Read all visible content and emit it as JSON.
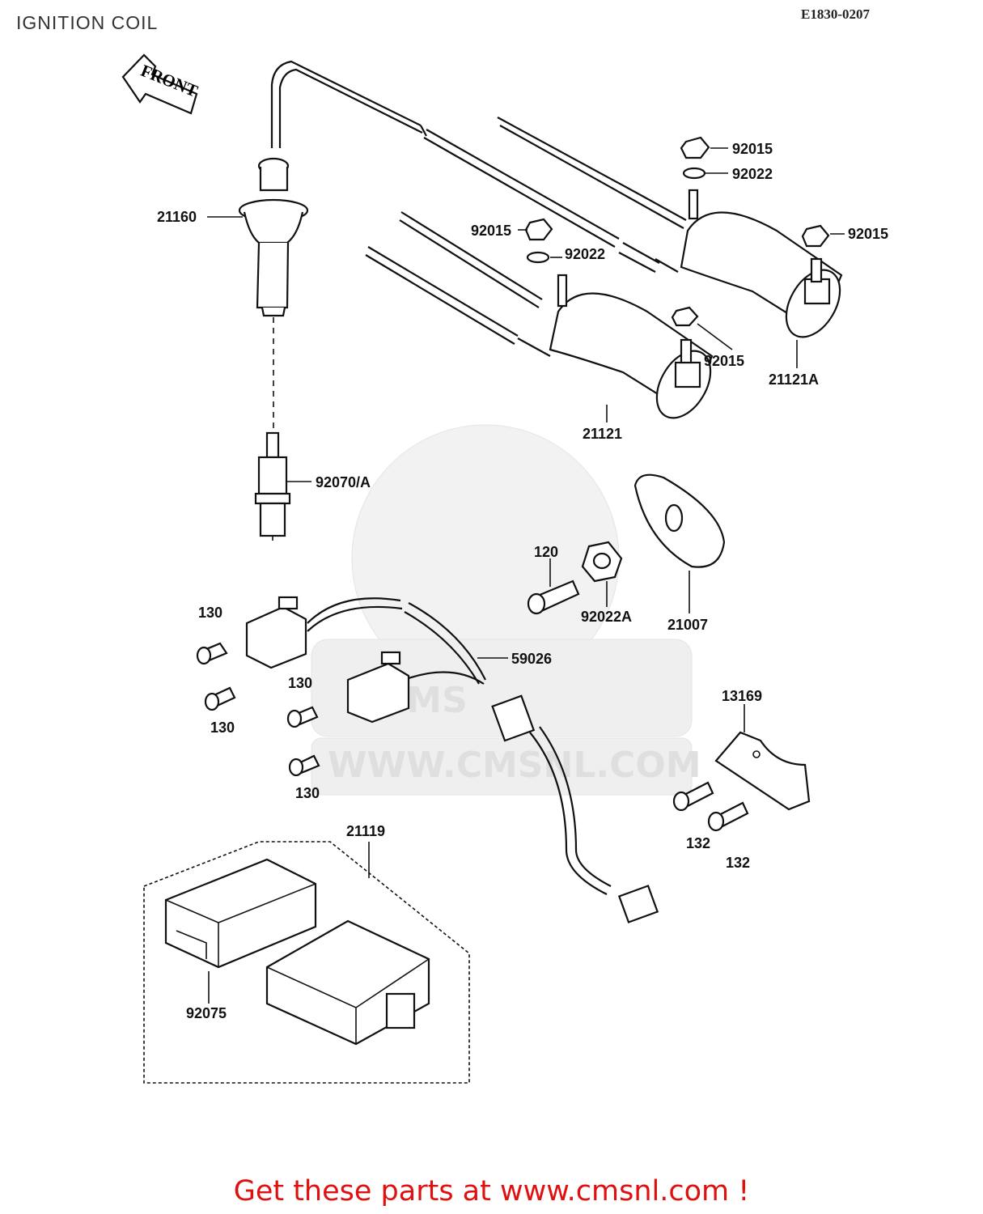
{
  "header": {
    "title": "IGNITION COIL",
    "diagram_code": "E1830-0207"
  },
  "watermark": {
    "url_text": "WWW.CMSNL.COM",
    "logo_text": "CMS"
  },
  "direction_marker": "FRONT",
  "part_labels": {
    "p21160": "21160",
    "p92015_a": "92015",
    "p92022_a": "92022",
    "p92015_b": "92015",
    "p92022_b": "92022",
    "p92015_c": "92015",
    "p92015_d": "92015",
    "p21121A": "21121A",
    "p21121": "21121",
    "p92070A": "92070/A",
    "p120": "120",
    "p92022A": "92022A",
    "p21007": "21007",
    "p130_a": "130",
    "p130_b": "130",
    "p130_c": "130",
    "p130_d": "130",
    "p59026": "59026",
    "p13169": "13169",
    "p132_a": "132",
    "p132_b": "132",
    "p21119": "21119",
    "p92075": "92075"
  },
  "footer": {
    "cta": "Get these parts at www.cmsnl.com !"
  }
}
